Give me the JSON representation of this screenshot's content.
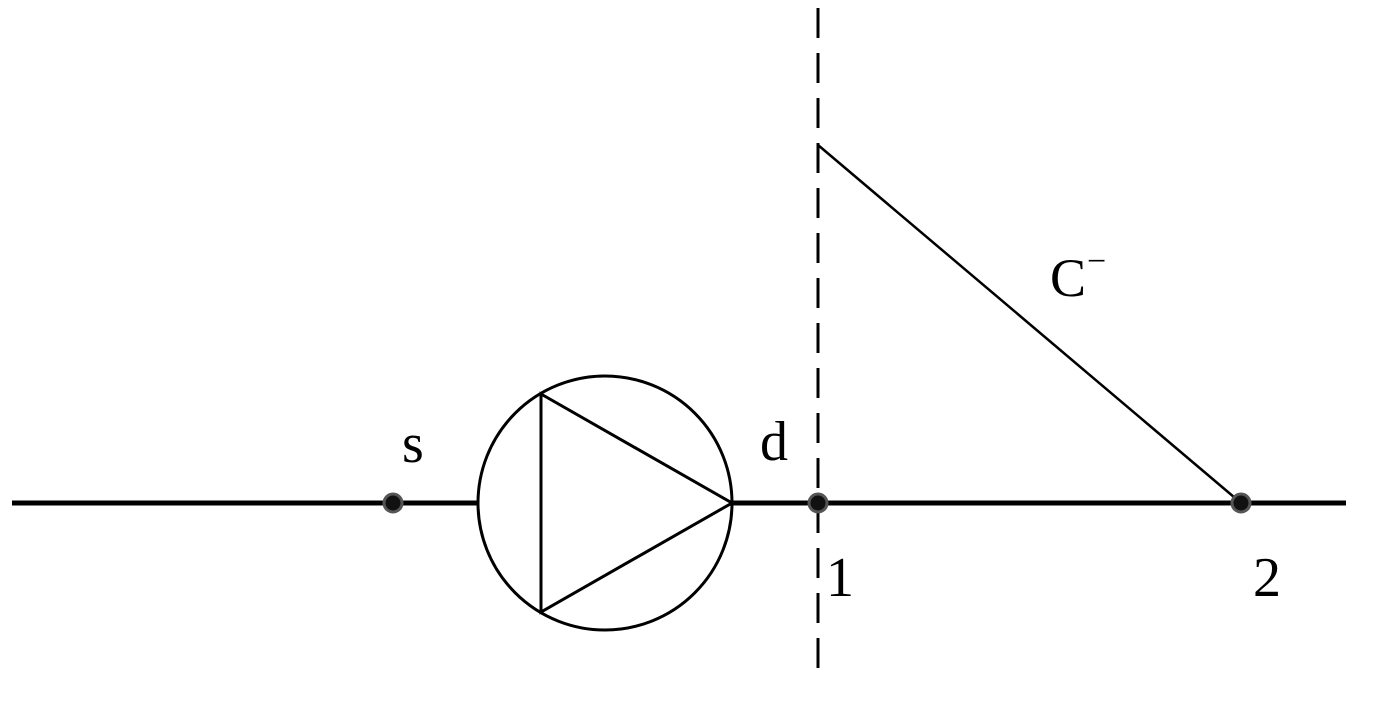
{
  "diagram": {
    "labels": {
      "suction": "s",
      "discharge": "d",
      "node_1": "1",
      "node_2": "2",
      "characteristic": "C",
      "characteristic_sup": "−"
    },
    "colors": {
      "line": "#000000",
      "node_fill": "#111111",
      "node_stroke": "#555555",
      "background": "#ffffff"
    }
  }
}
